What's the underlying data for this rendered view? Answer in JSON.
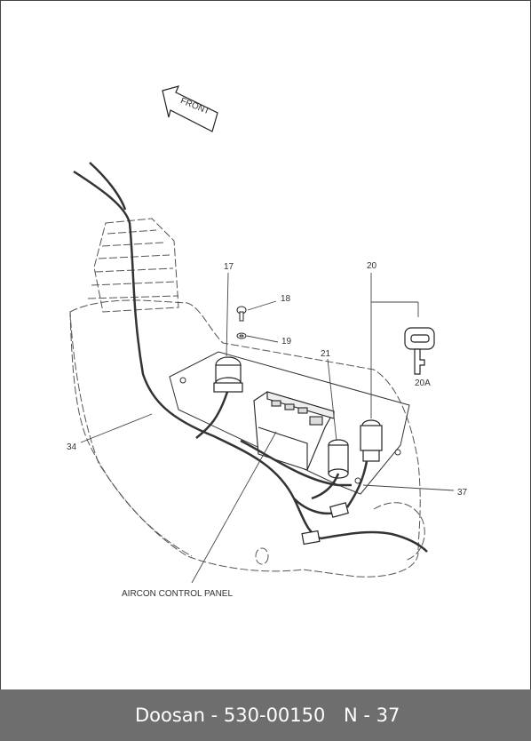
{
  "diagram": {
    "front_label": "FRONT",
    "callouts": {
      "c17": "17",
      "c18": "18",
      "c19": "19",
      "c20": "20",
      "c20a": "20A",
      "c21": "21",
      "c34": "34",
      "c37": "37"
    },
    "aircon_label": "AIRCON CONTROL PANEL"
  },
  "footer": {
    "brand_part": "Doosan - 530-00150",
    "page_code": "N - 37"
  }
}
